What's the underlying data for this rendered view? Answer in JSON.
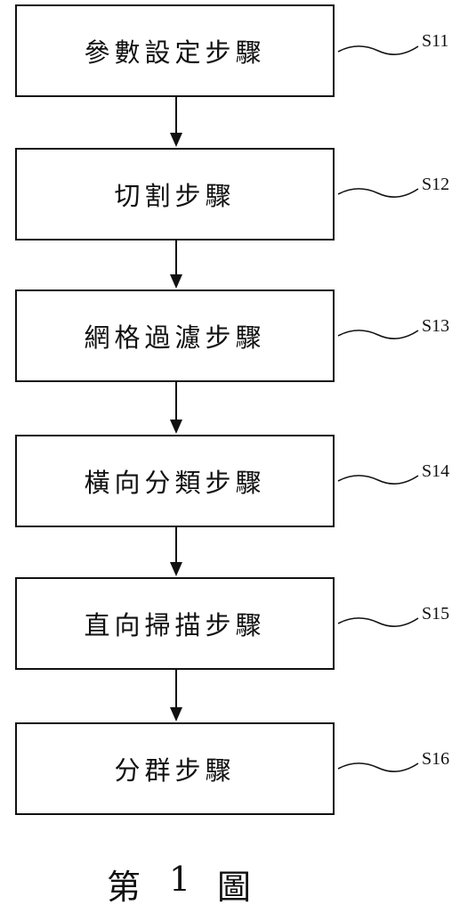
{
  "steps": [
    {
      "label": "參數設定步驟",
      "code": "S11"
    },
    {
      "label": "切割步驟",
      "code": "S12"
    },
    {
      "label": "網格過濾步驟",
      "code": "S13"
    },
    {
      "label": "橫向分類步驟",
      "code": "S14"
    },
    {
      "label": "直向掃描步驟",
      "code": "S15"
    },
    {
      "label": "分群步驟",
      "code": "S16"
    }
  ],
  "caption": {
    "prefix": "第",
    "number": "1",
    "suffix": "圖"
  }
}
